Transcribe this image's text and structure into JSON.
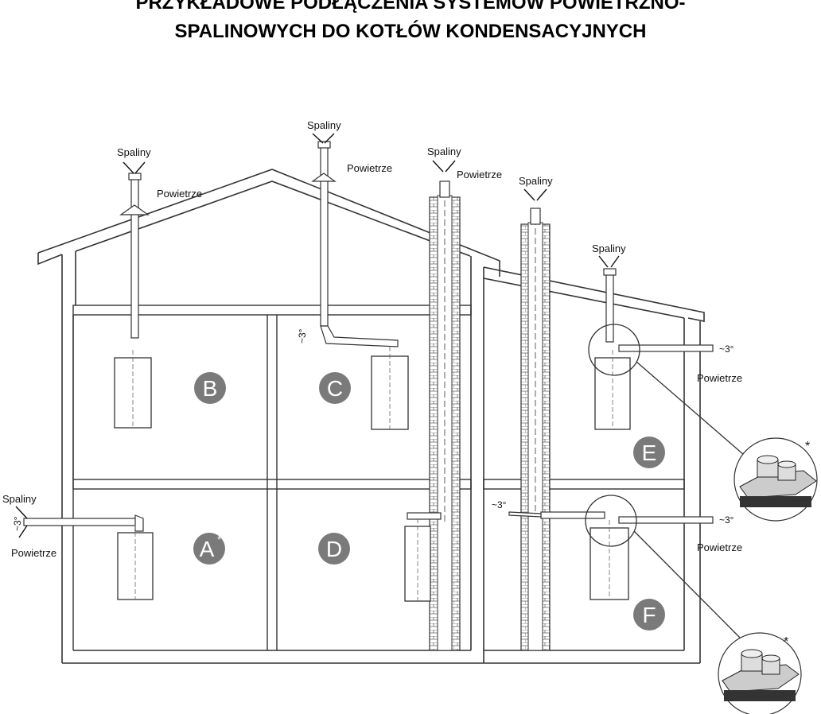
{
  "title": {
    "line1": "PRZYKŁADOWE PODŁĄCZENIA SYSTEMÓW POWIETRZNO-",
    "line2": "SPALINOWYCH DO KOTŁÓW KONDENSACYJNYCH"
  },
  "labels": {
    "flue": "Spaliny",
    "air": "Powietrze",
    "slope": "~3°",
    "asterisk": "*"
  },
  "systems": [
    {
      "id": "A",
      "label": "A",
      "note": "*"
    },
    {
      "id": "B",
      "label": "B"
    },
    {
      "id": "C",
      "label": "C"
    },
    {
      "id": "D",
      "label": "D"
    },
    {
      "id": "E",
      "label": "E"
    },
    {
      "id": "F",
      "label": "F"
    }
  ],
  "colors": {
    "line": "#333333",
    "badge": "#7a7a7a",
    "brick": "#555555",
    "background": "#ffffff"
  }
}
